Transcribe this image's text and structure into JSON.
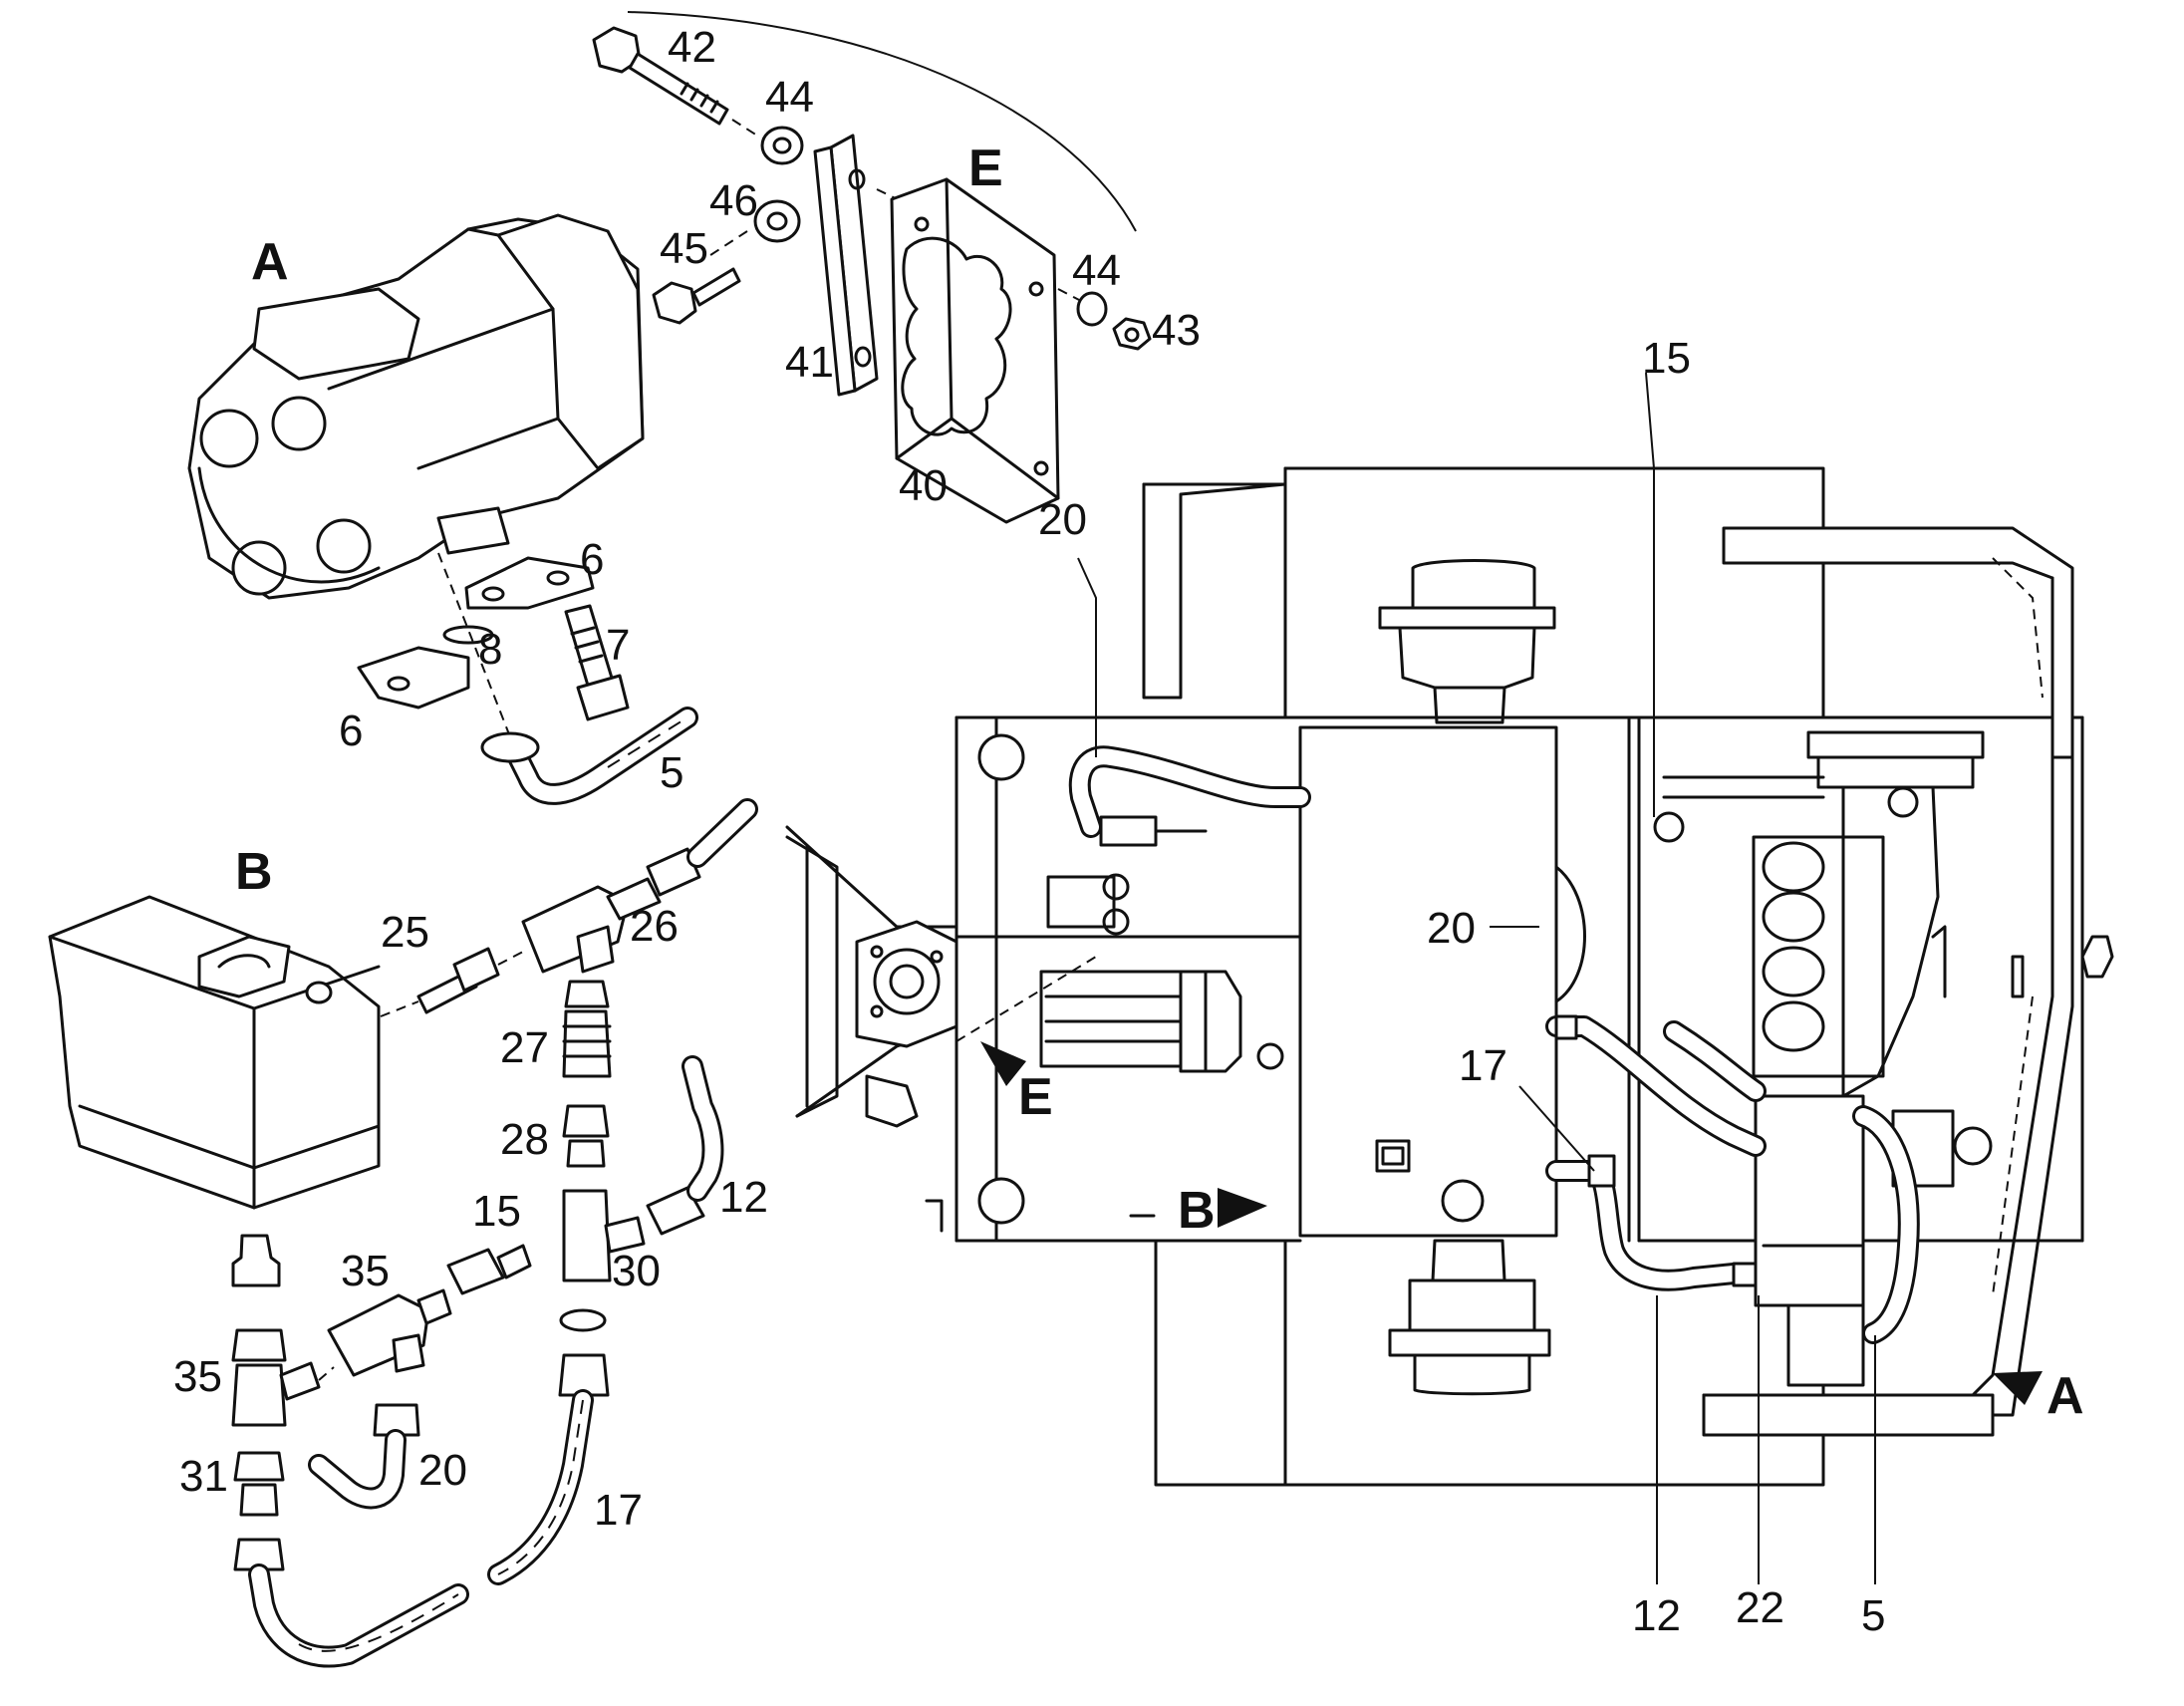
{
  "sections": {
    "A": "A",
    "B": "B",
    "E": "E"
  },
  "callouts": {
    "n42": "42",
    "n44a": "44",
    "n46": "46",
    "n45": "45",
    "nE": "E",
    "n44b": "44",
    "n43": "43",
    "n41": "41",
    "n40": "40",
    "n6a": "6",
    "n8": "8",
    "n7": "7",
    "n6b": "6",
    "n5": "5",
    "n25": "25",
    "n26": "26",
    "n27": "27",
    "n28": "28",
    "n12a": "12",
    "n15a": "15",
    "n30": "30",
    "n35a": "35",
    "n35b": "35",
    "n31": "31",
    "n20a": "20",
    "n17a": "17",
    "n15b": "15",
    "n20b": "20",
    "n20c": "20",
    "n17b": "17",
    "n12b": "12",
    "n22": "22",
    "n5b": "5"
  },
  "view_arrows": {
    "E": "E",
    "B": "B",
    "A": "A"
  },
  "icons": {
    "pump": "hydraulic-pump-icon",
    "tank": "oil-tank-icon",
    "arrow": "view-direction-arrow-icon"
  },
  "colors": {
    "ink": "#111111",
    "paper": "#ffffff"
  }
}
